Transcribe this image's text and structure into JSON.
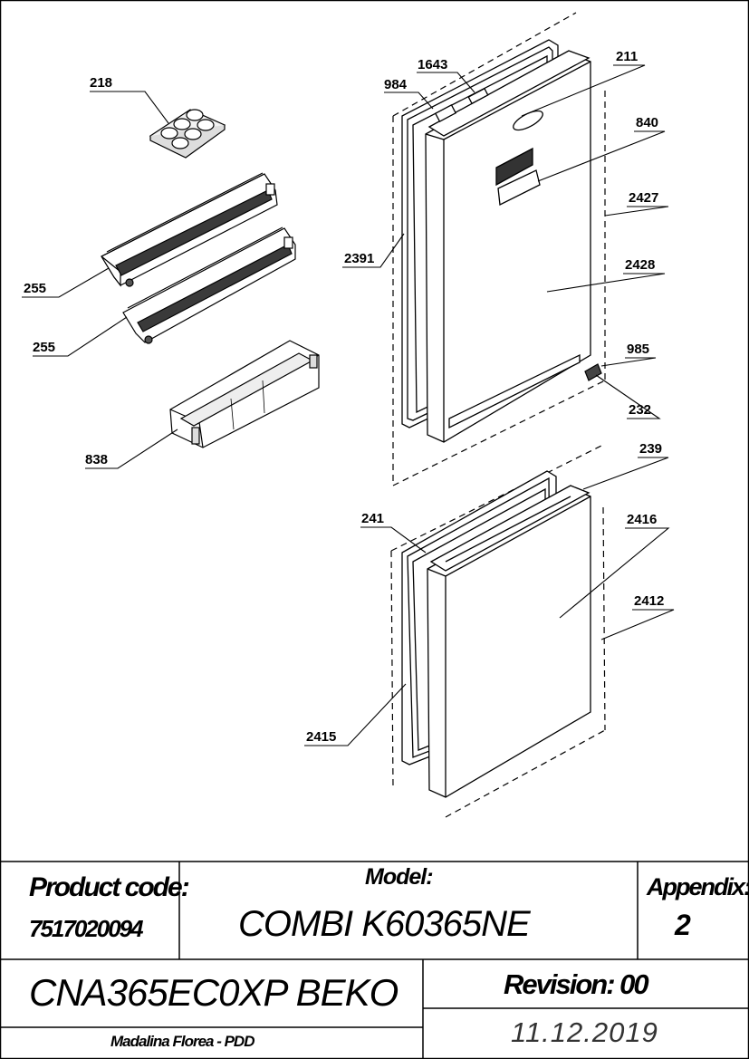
{
  "part_labels": {
    "p218": "218",
    "p255a": "255",
    "p255b": "255",
    "p838": "838",
    "p984": "984",
    "p1643": "1643",
    "p211": "211",
    "p840": "840",
    "p2427": "2427",
    "p2391": "2391",
    "p2428": "2428",
    "p985": "985",
    "p232": "232",
    "p239": "239",
    "p241": "241",
    "p2416": "2416",
    "p2412": "2412",
    "p2415": "2415"
  },
  "title_block": {
    "product_code_label": "Product code:",
    "product_code_value": "7517020094",
    "model_label": "Model:",
    "model_value": "COMBI K60365NE",
    "appendix_label": "Appendix:",
    "appendix_value": "2",
    "product_name": "CNA365EC0XP BEKO",
    "revision_label": "Revision: 00",
    "author": "Madalina Florea - PDD",
    "date": "11.12.2019"
  }
}
